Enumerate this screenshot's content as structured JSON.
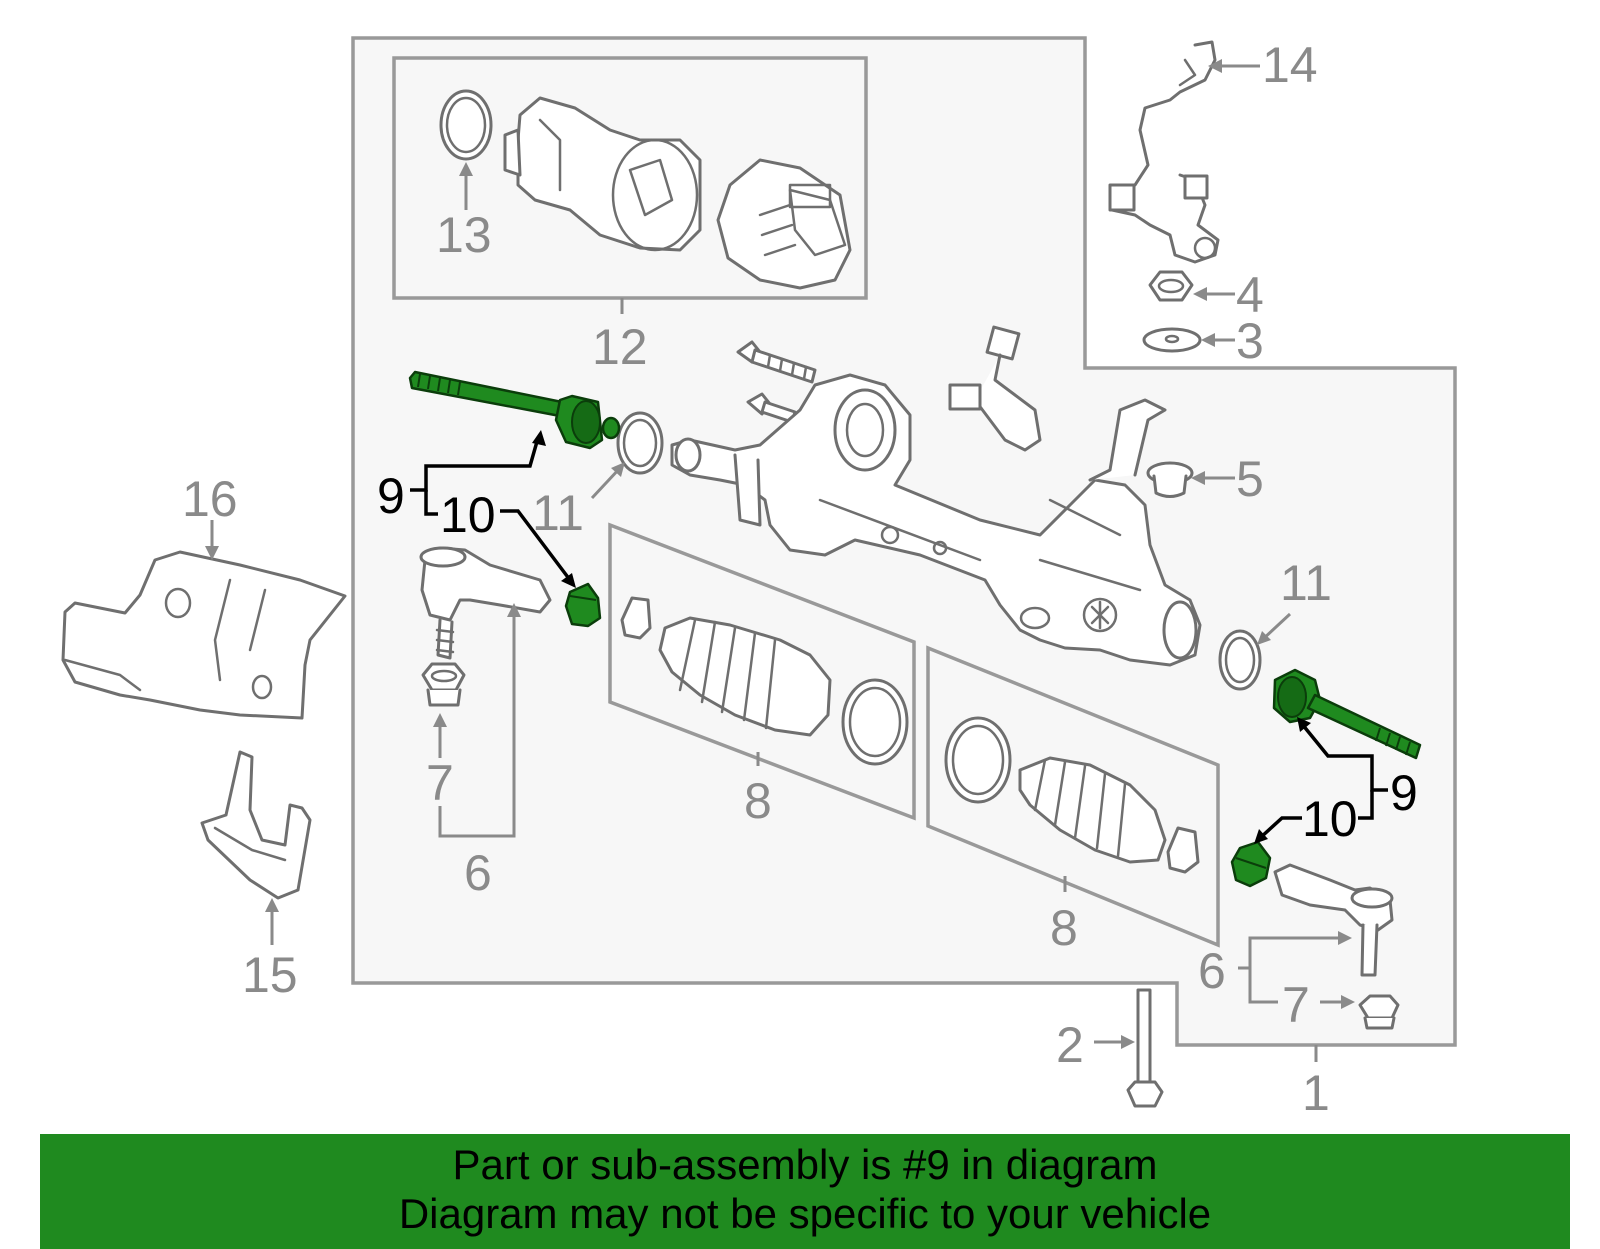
{
  "callouts": {
    "c1": "1",
    "c2": "2",
    "c3": "3",
    "c4": "4",
    "c5": "5",
    "c6": "6",
    "c7": "7",
    "c8": "8",
    "c9": "9",
    "c10": "10",
    "c11": "11",
    "c12": "12",
    "c13": "13",
    "c14": "14",
    "c15": "15",
    "c16": "16"
  },
  "highlighted_part": "9",
  "colors": {
    "highlight": "#1f8a1f",
    "banner": "#1f8a1f",
    "outline": "#999999",
    "label": "#8a8a8a"
  },
  "banner": {
    "line1": "Part or sub-assembly is #9 in diagram",
    "line2": "Diagram may not be specific to your vehicle"
  }
}
